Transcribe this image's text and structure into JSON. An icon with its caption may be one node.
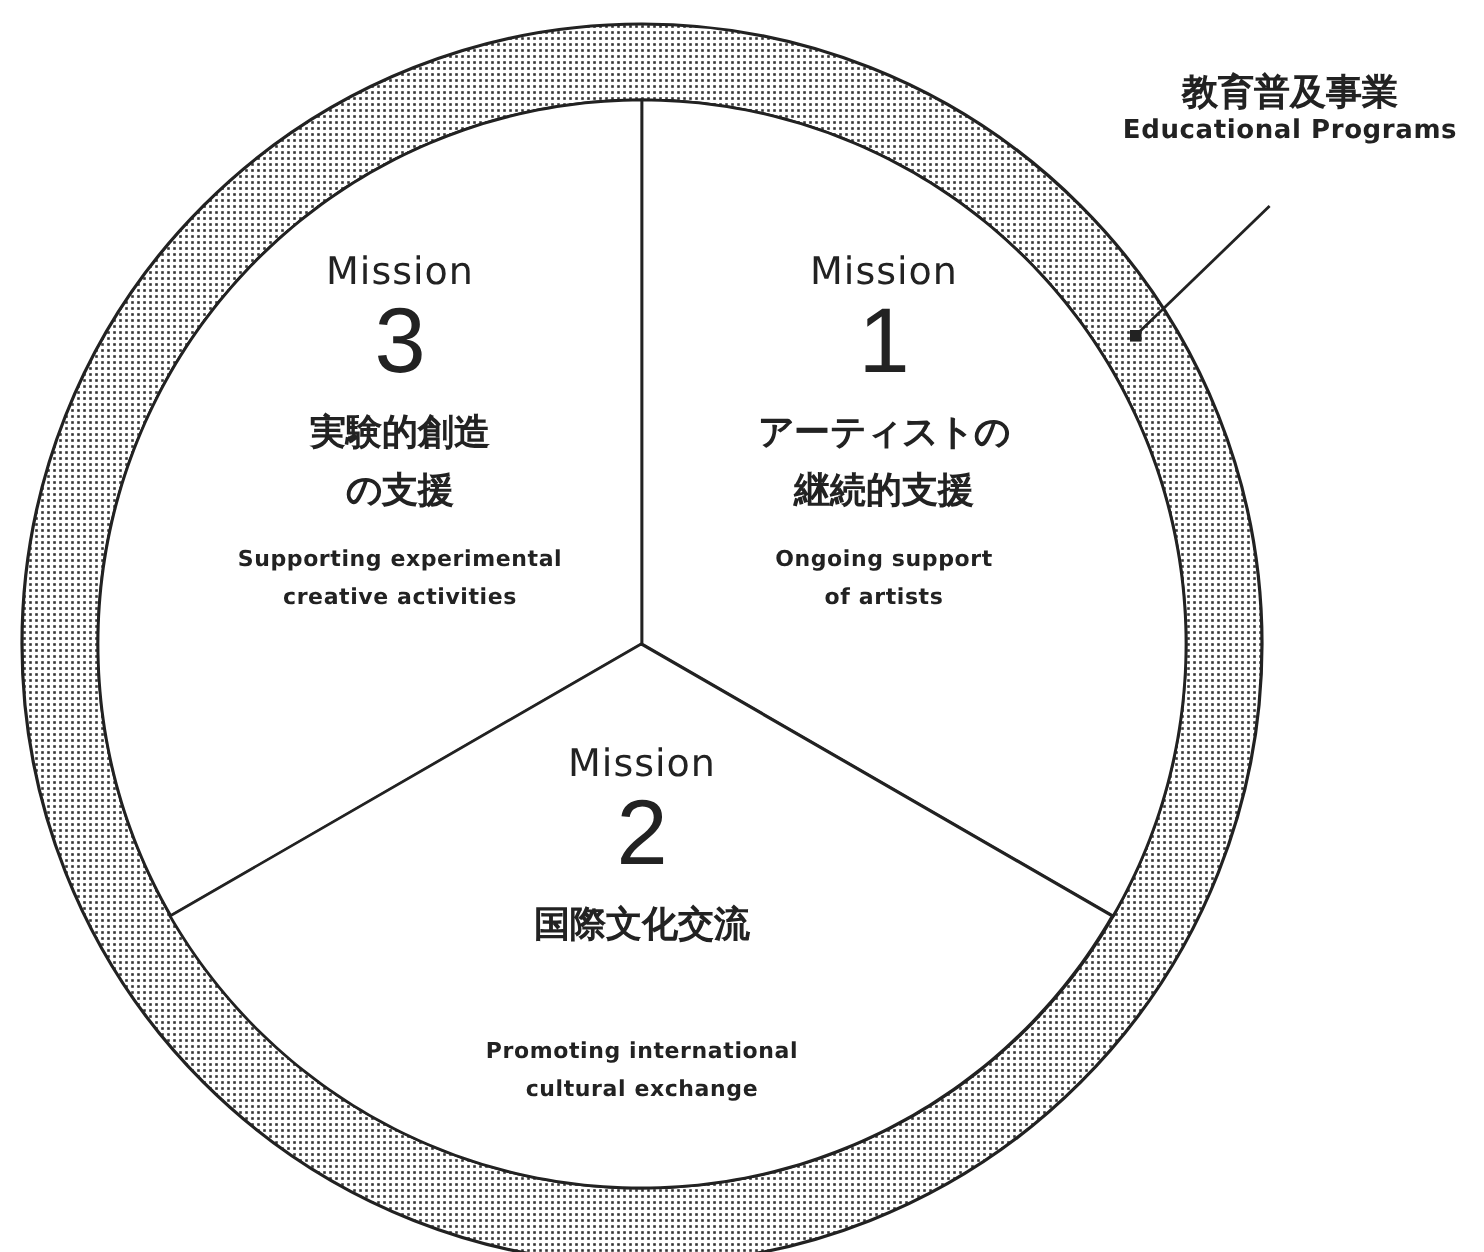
{
  "diagram": {
    "nodes": [
      {
        "text": [],
        "shape": "circle"
      },
      {
        "text": [
          "Mission",
          "3",
          "実験的創造の支援",
          "Supporting experimental creative activities"
        ],
        "in": 0
      },
      {
        "text": [
          "Mission",
          "1",
          "アーティストの継続的支援",
          "Ongoing support of artists"
        ],
        "in": 0
      },
      {
        "text": [
          "Mission",
          "2",
          "国際文化交流",
          "Promoting international cultural exchange"
        ],
        "in": 0
      },
      {
        "text": [
          "教育普及事業",
          "Educational Programs"
        ]
      }
    ],
    "edges": [
      {
        "from": 4,
        "to": 0,
        "arrow": "other"
      }
    ]
  }
}
